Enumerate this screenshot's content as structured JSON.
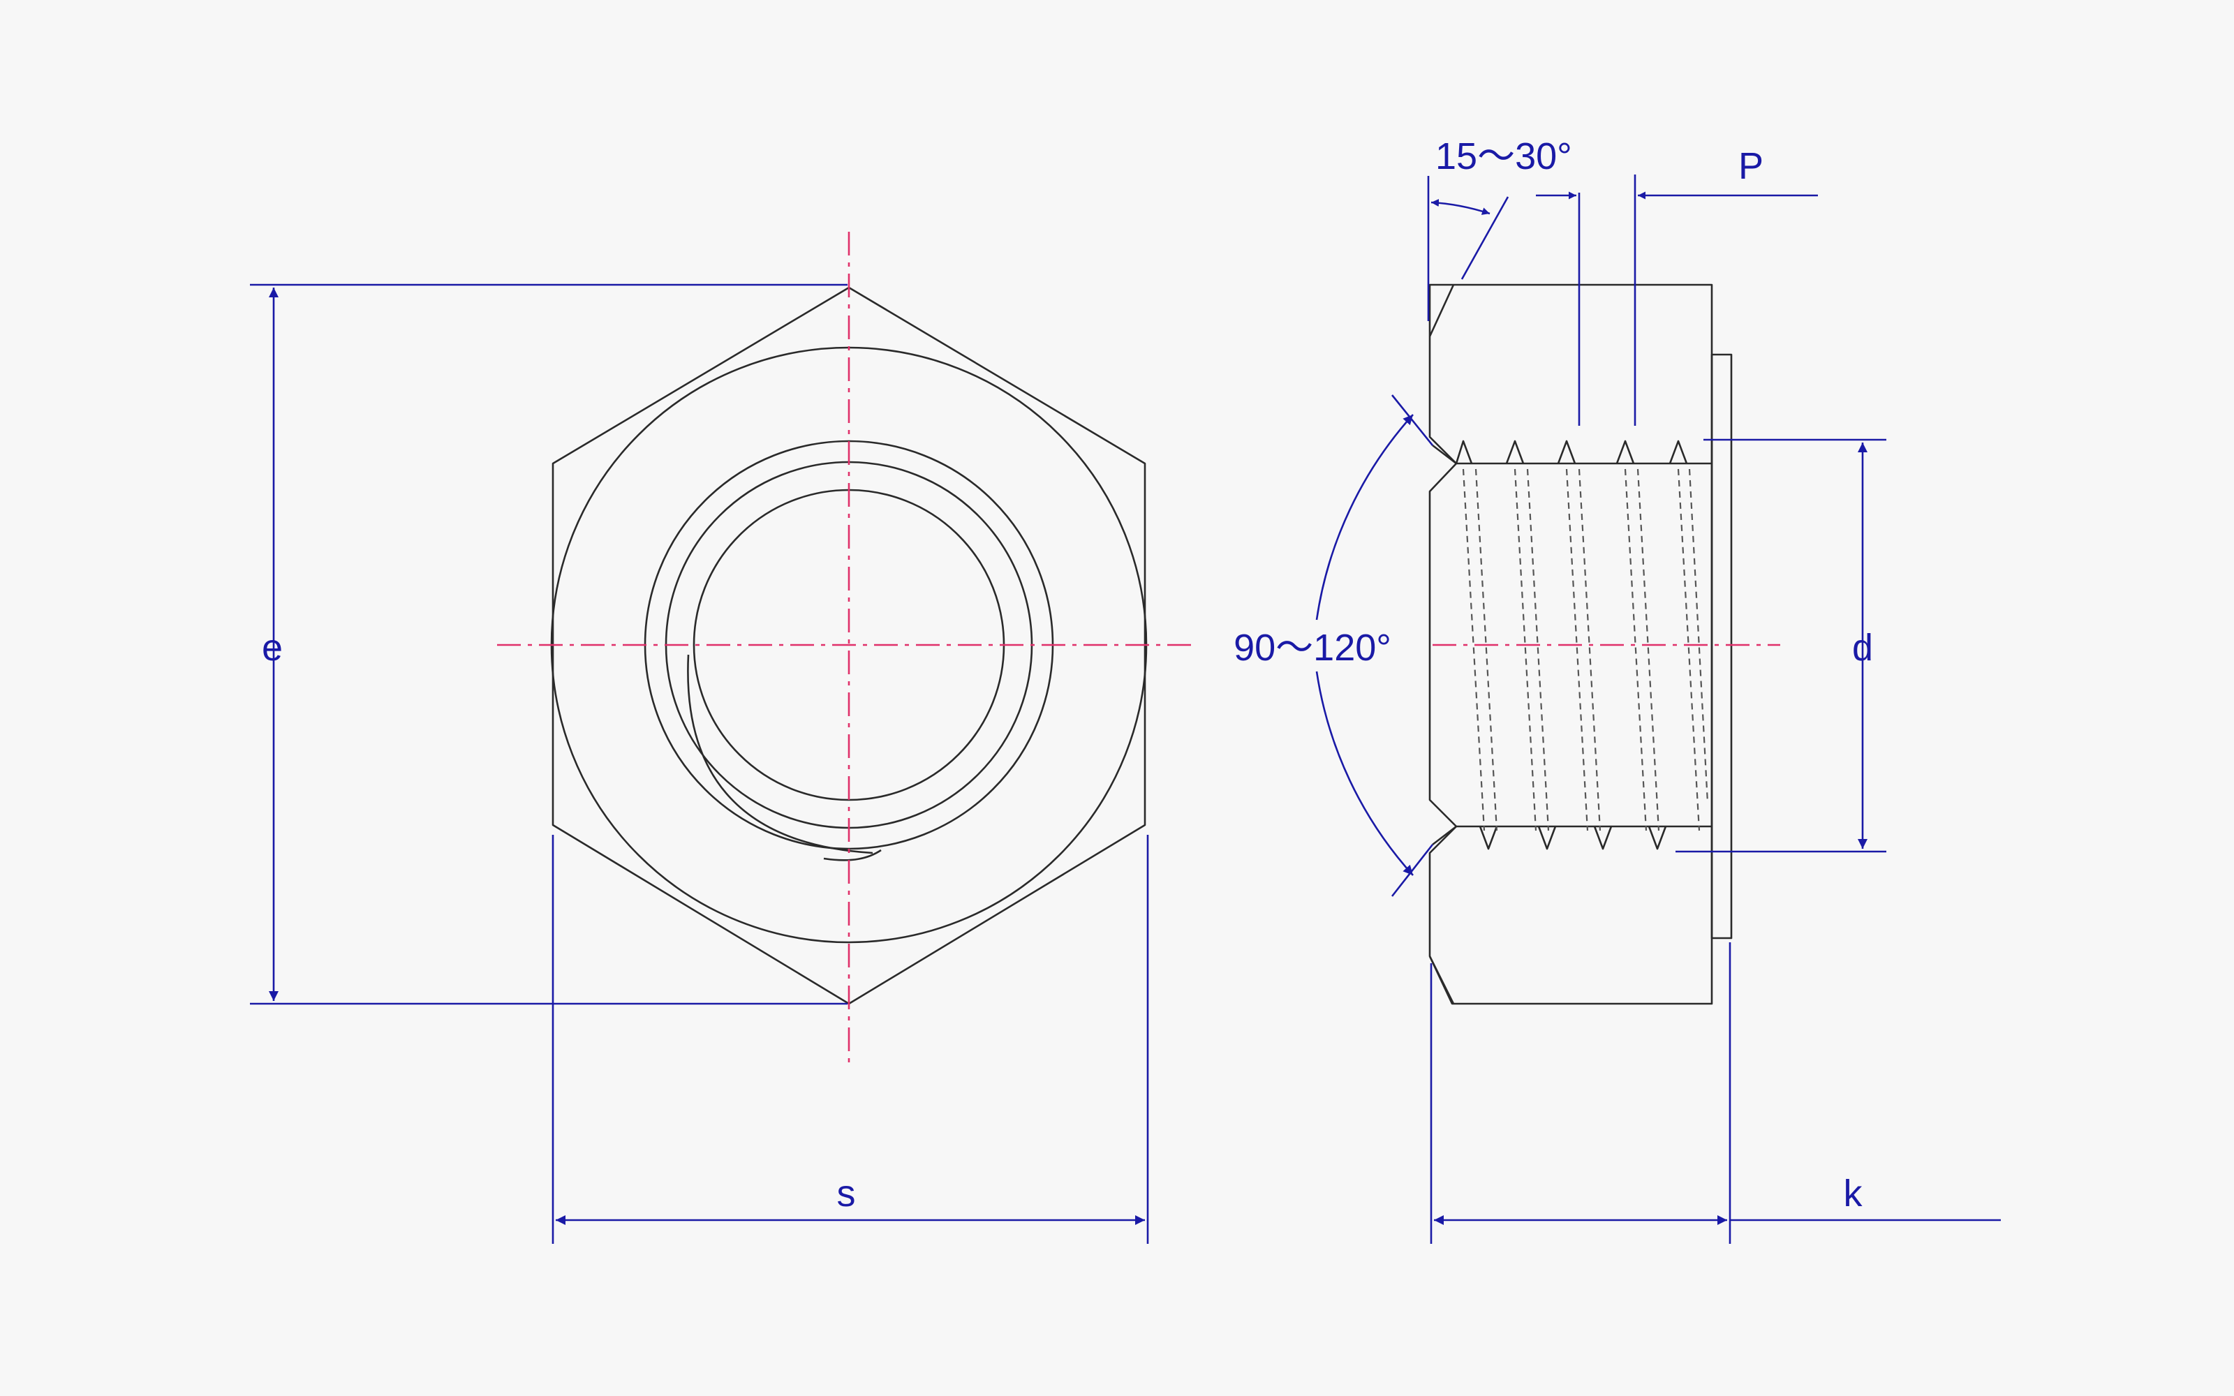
{
  "labels": {
    "e": "e",
    "s": "s",
    "d": "d",
    "k": "k",
    "p": "P",
    "chamfer_angle": "15～30°",
    "countersink_angle": "90～120°"
  },
  "colors": {
    "dimension": "#1a1aa6",
    "centerline": "#e0306a",
    "outline": "#2a2a2a",
    "background": "#f7f7f7"
  }
}
